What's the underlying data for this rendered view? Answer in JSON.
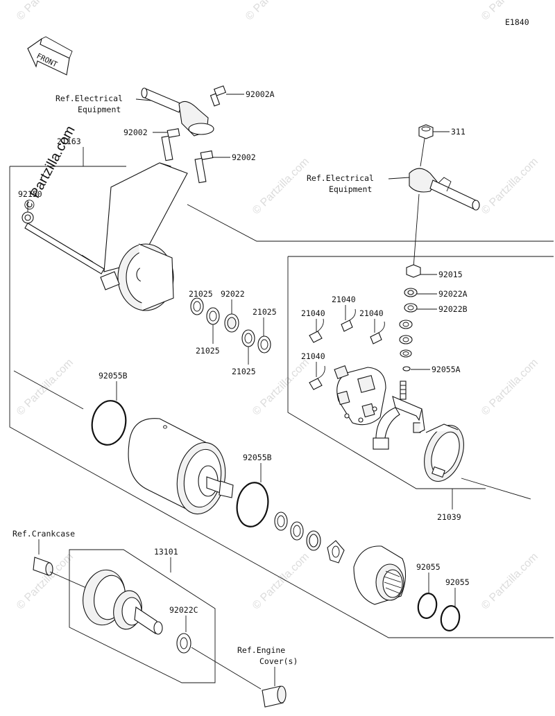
{
  "diagram_code": "E1840",
  "brand": "© Partzilla.com",
  "watermark": "© Partzilla.com",
  "front_label": "FRONT",
  "labels": {
    "ref_electrical_1": "Ref.Electrical",
    "equipment_1": "Equipment",
    "ref_electrical_2": "Ref.Electrical",
    "equipment_2": "Equipment",
    "p92002A": "92002A",
    "p92002_a": "92002",
    "p92002_b": "92002",
    "p21163": "21163",
    "p92150": "92150",
    "p311": "311",
    "p92015": "92015",
    "p92022A": "92022A",
    "p92022B": "92022B",
    "p92055A": "92055A",
    "p21040_a": "21040",
    "p21040_b": "21040",
    "p21040_c": "21040",
    "p21040_d": "21040",
    "p21025_a": "21025",
    "p21025_b": "21025",
    "p21025_c": "21025",
    "p21025_d": "21025",
    "p92022": "92022",
    "p92055B_a": "92055B",
    "p92055B_b": "92055B",
    "p21039": "21039",
    "ref_crankcase": "Ref.Crankcase",
    "p13101": "13101",
    "p92022C": "92022C",
    "ref_engine": "Ref.Engine",
    "cover": "Cover(s)",
    "p92055_a": "92055",
    "p92055_b": "92055"
  }
}
